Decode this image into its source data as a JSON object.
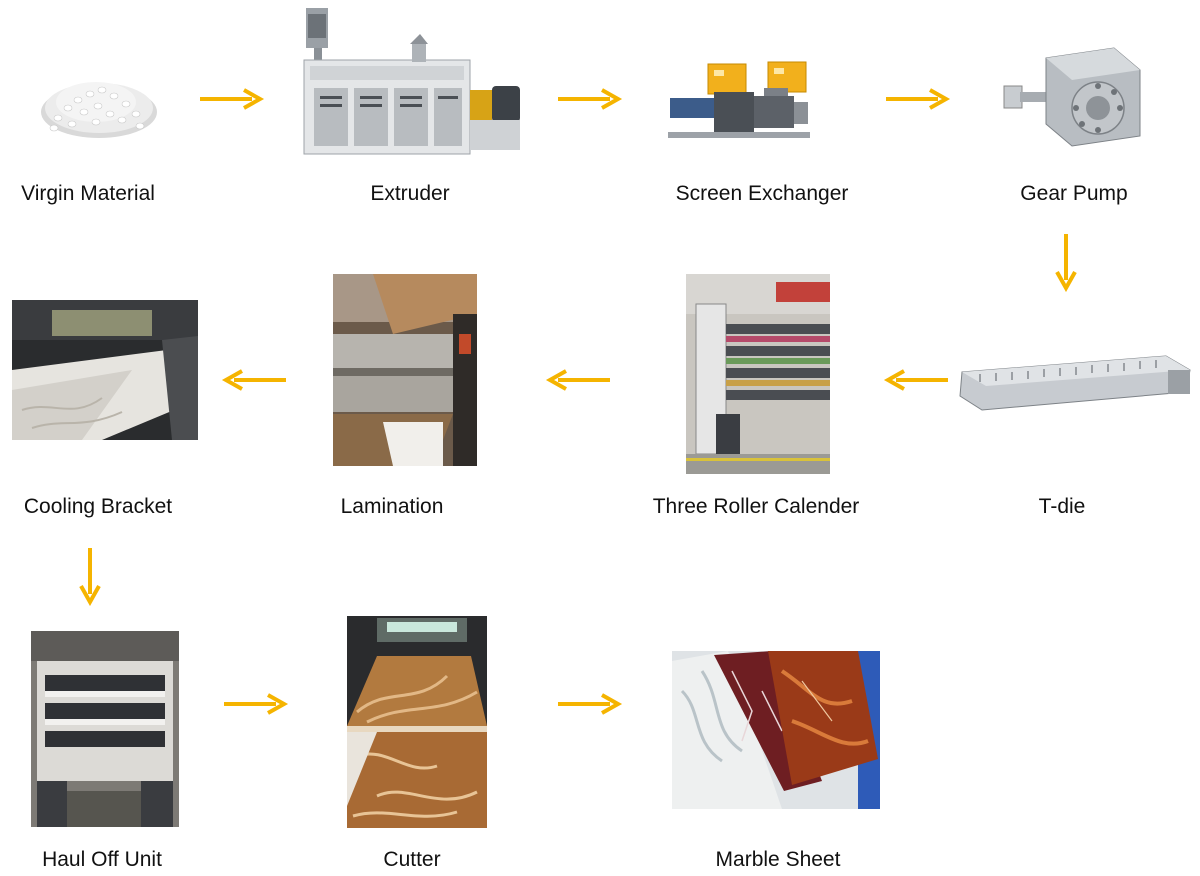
{
  "colors": {
    "arrow": "#f5b400",
    "text": "#111111",
    "background": "#ffffff"
  },
  "steps": {
    "virgin_material": "Virgin Material",
    "extruder": "Extruder",
    "screen_exchanger": "Screen Exchanger",
    "gear_pump": "Gear Pump",
    "t_die": "T-die",
    "three_roller_calender": "Three Roller Calender",
    "lamination": "Lamination",
    "cooling_bracket": "Cooling Bracket",
    "haul_off_unit": "Haul Off Unit",
    "cutter": "Cutter",
    "marble_sheet": "Marble Sheet"
  },
  "flow_order": [
    "virgin_material",
    "extruder",
    "screen_exchanger",
    "gear_pump",
    "t_die",
    "three_roller_calender",
    "lamination",
    "cooling_bracket",
    "haul_off_unit",
    "cutter",
    "marble_sheet"
  ]
}
